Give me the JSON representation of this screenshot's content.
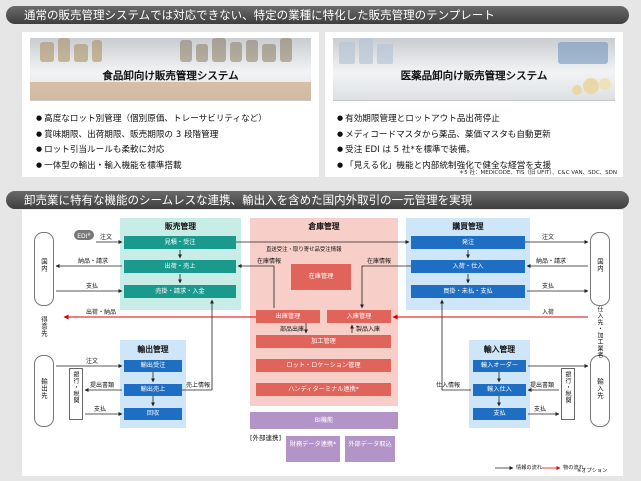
{
  "header1": "通常の販売管理システムでは対応できない、特定の業種に特化した販売管理のテンプレート",
  "food": {
    "title": "食品卸向け販売管理システム",
    "features": [
      "高度なロット別管理（個別原価、トレーサビリティなど）",
      "賞味期限、出荷期限、販売期限の 3 段階管理",
      "ロット引当ルールも柔軟に対応",
      "一体型の輸出・輸入機能を標準搭載"
    ]
  },
  "pharma": {
    "title": "医薬品卸向け販売管理システム",
    "features": [
      "有効期限管理とロットアウト品出荷停止",
      "メディコードマスタから薬品、薬価マスタも自動更新",
      "受注 EDI は 5 社*を標準で装備。",
      "「見える化」機能と内部統制強化で健全な経営を支援"
    ],
    "footnote": "＊5 社：MEDICODE、TIS（旧 UFIT）、C&C VAN、SDC、SDN"
  },
  "header2": "卸売業に特有な機能のシームレスな連携、輸出入を含めた国内外取引の一元管理を実現",
  "diagram": {
    "sales": {
      "title": "販売管理",
      "items": [
        "見積・受注",
        "出荷・売上",
        "売掛・請求・入金"
      ]
    },
    "warehouse": {
      "title": "倉庫管理",
      "inventory": "在庫管理",
      "outbound": "出庫管理",
      "inbound": "入庫管理",
      "processing": "加工管理",
      "location": "ロット・ロケーション管理",
      "handy": "ハンディターミナル連携*",
      "direct_label": "直送受注・取り寄せ品受注情報",
      "stock_info_left": "在庫情報",
      "stock_info_right": "在庫情報",
      "parts_out": "部品出庫",
      "product_in": "製品入庫"
    },
    "purchase": {
      "title": "購買管理",
      "items": [
        "発注",
        "入荷・仕入",
        "買掛・未払・支払"
      ]
    },
    "export": {
      "title": "輸出管理",
      "items": [
        "輸出受注",
        "輸出売上",
        "回収"
      ]
    },
    "import": {
      "title": "輸入管理",
      "items": [
        "輸入オーダー",
        "輸入仕入",
        "支払"
      ]
    },
    "bi": "BI機能",
    "external_label": "[外部連携]",
    "external": [
      "財務データ連携*",
      "外部データ取込"
    ],
    "entities": {
      "domestic_left": "国内",
      "domestic_right": "国内",
      "export_dest": "輸出先",
      "import_src": "輸入先",
      "customer": "得意先",
      "supplier": "仕入先・加工業者",
      "bank_left": "銀行・税関",
      "bank_right": "銀行・税関"
    },
    "edi": "EDI",
    "edi_note": "※",
    "flows": {
      "order_in": "注文",
      "delivery_invoice": "納品・請求",
      "payment_in": "支払",
      "ship_goods": "出荷・納品",
      "order_out": "注文",
      "receive_invoice": "納品・請求",
      "pay_out": "支払",
      "arrival": "入荷",
      "exp_order": "注文",
      "exp_doc": "提出書類",
      "exp_pay": "支払",
      "sales_info": "売上情報",
      "imp_doc": "提出書類",
      "imp_pay": "支払",
      "purchase_info": "仕入情報"
    },
    "legend_info": "情報の流れ",
    "legend_goods": "物の流れ",
    "option_note": "※オプション"
  }
}
